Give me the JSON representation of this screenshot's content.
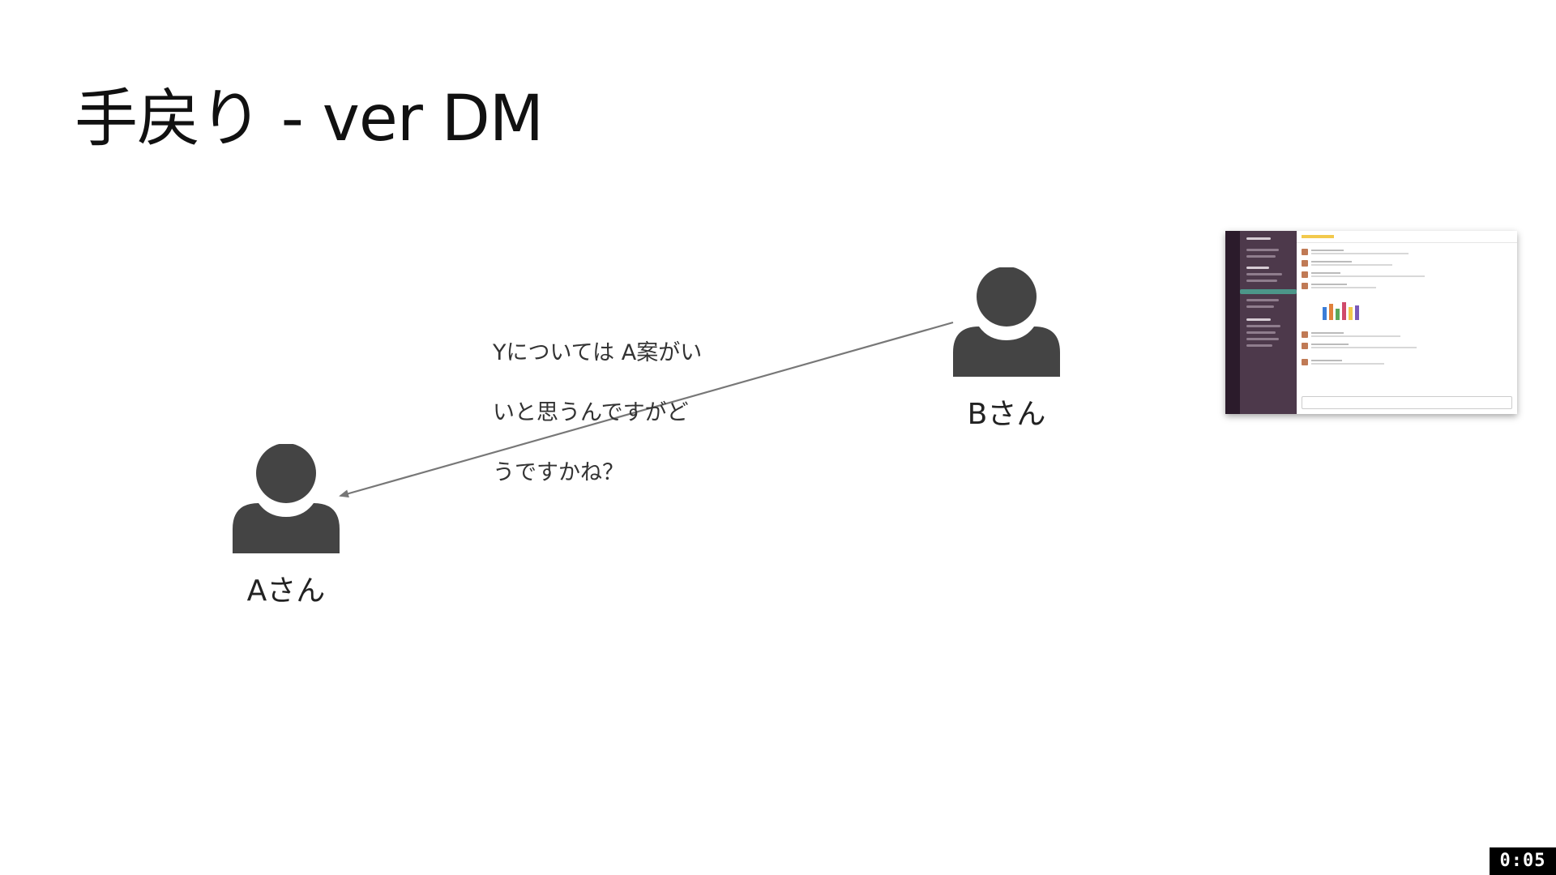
{
  "slide": {
    "title": "手戻り - ver DM"
  },
  "people": {
    "a": {
      "label": "Aさん"
    },
    "b": {
      "label": "Bさん"
    }
  },
  "message": {
    "text": "Yについては A案がいいと思うんですがどうですかね？"
  },
  "message_lines": [
    "Yについては A案がい",
    "いと思うんですがど",
    "うですかね？"
  ],
  "timer": {
    "value": "0:05"
  },
  "colors": {
    "person": "#444444",
    "arrow": "#777777"
  },
  "icons": {
    "thumbnail": "slack-screenshot-thumbnail",
    "person": "person-icon"
  }
}
